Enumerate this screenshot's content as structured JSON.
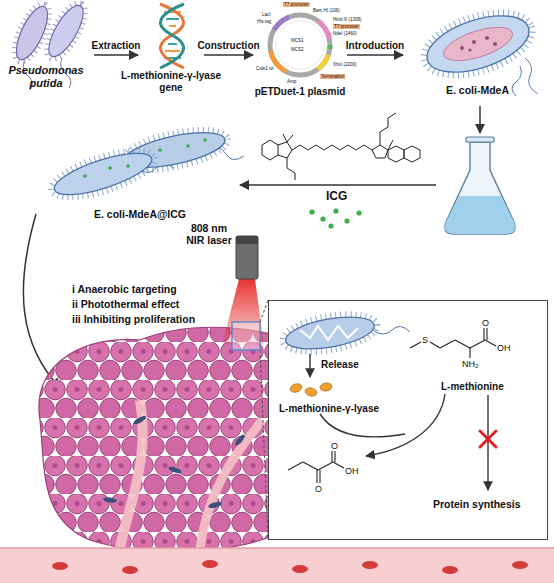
{
  "diagram": {
    "nodes": [
      {
        "text": [
          "Pseudomonas putida"
        ]
      },
      {
        "text": [
          "L-methionine-γ-lyase gene"
        ]
      },
      {
        "text": [
          "pETDuet-1 plasmid"
        ]
      },
      {
        "text": [
          "E. coli-MdeA"
        ]
      },
      {
        "text": [
          "E. coli-MdeA@ICG"
        ]
      },
      {
        "text": [
          "Release",
          "L-methionine-γ-lyase",
          "L-methionine",
          "Protein synthesis"
        ]
      }
    ],
    "edges": [
      {
        "from": 0,
        "to": 1,
        "label": "Extraction",
        "arrow": "to"
      },
      {
        "from": 1,
        "to": 2,
        "label": "Construction",
        "arrow": "to"
      },
      {
        "from": 2,
        "to": 3,
        "label": "Introduction",
        "arrow": "to"
      }
    ],
    "labels": [
      "ICG",
      "808 nm NIR laser",
      "i Anaerobic targeting",
      "ii Photothermal effect",
      "iii Inhibiting proliferation",
      "T7 promoter",
      "Bam HI (106)",
      "Hind III (1308)",
      "T7 promoter",
      "NdeI (1460)",
      "MCS2",
      "XhoI (2200)",
      "Termination",
      "MCS1",
      "LacI",
      "His-tag",
      "Amp",
      "Cole1 ori",
      "S",
      "O",
      "OH",
      "NH₂",
      "O",
      "OH",
      "O"
    ]
  }
}
